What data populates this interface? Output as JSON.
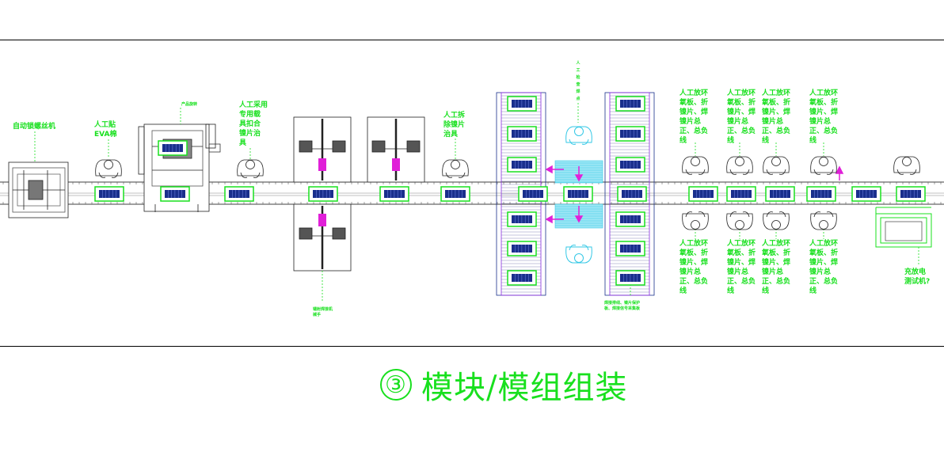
{
  "title": {
    "symbol": "③",
    "text": "模块/模组组装"
  },
  "labels": {
    "auto_screw": "自动锁螺丝机",
    "eva": [
      "人工贴",
      "EVA棉"
    ],
    "product_rotate": "产品旋转",
    "fixture_clamp": [
      "人工采用",
      "专用载",
      "具扣合",
      "镍片治",
      "具"
    ],
    "remove_fixture": [
      "人工拆",
      "除镍片",
      "治具"
    ],
    "inspect_vertical": "人工检查焊点",
    "epoxy": [
      "人工放环",
      "氧板、折",
      "镍片、焊",
      "镍片总",
      "正、总负",
      "线"
    ],
    "robot_note": [
      "镭射焊接机",
      "械手"
    ],
    "weld_note": [
      "焊接排线、镍片保护",
      "板、焊接信号采集板"
    ],
    "charge_test": [
      "充放电",
      "测试机?"
    ]
  },
  "colors": {
    "green": "#18e01e",
    "line": "#000000",
    "cyan": "#34c8e6",
    "purple": "#8a2be2",
    "magenta": "#e020d8",
    "navy": "#1a2f8c",
    "grey": "#8c8c8c"
  },
  "icons": [
    "operator-icon",
    "arrow-icon",
    "module-tray-icon"
  ]
}
